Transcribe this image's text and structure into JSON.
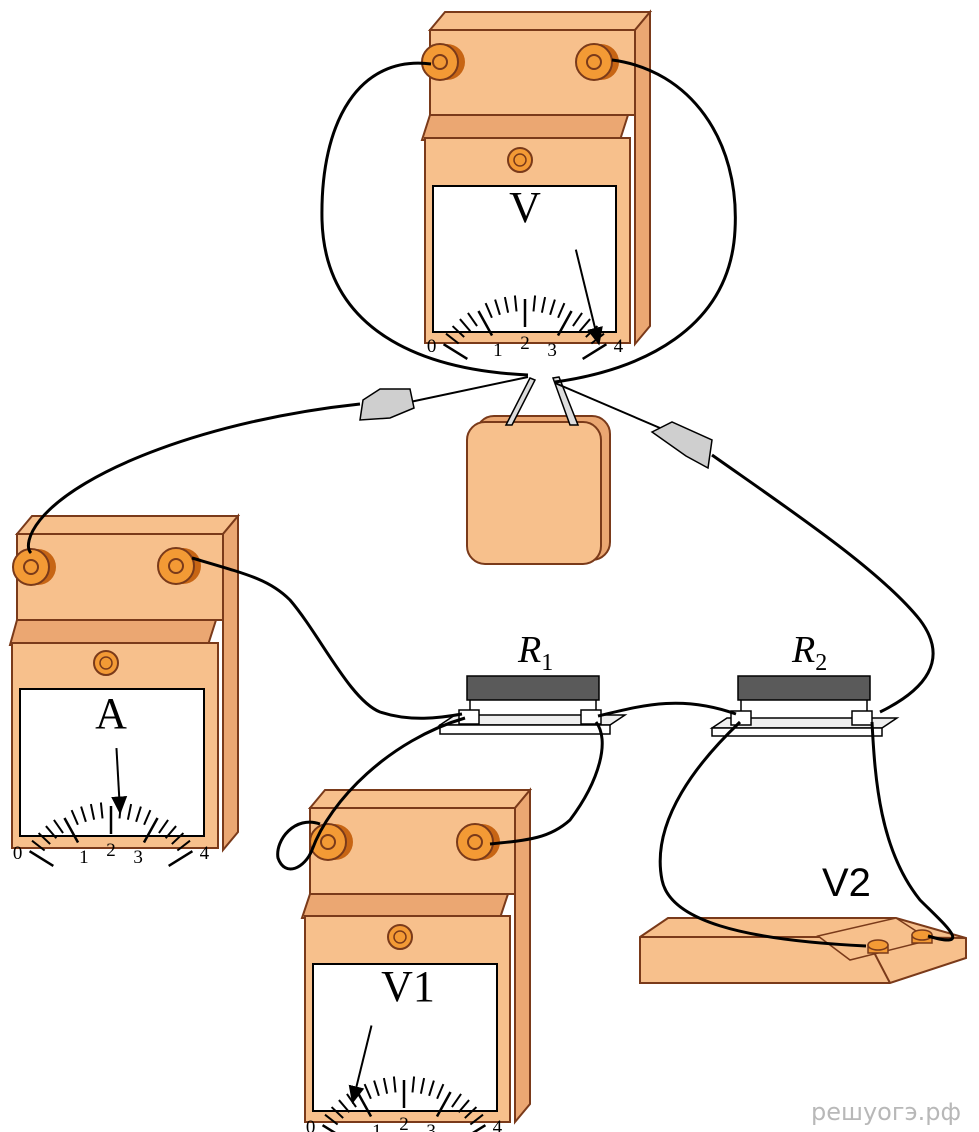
{
  "colors": {
    "body": "#f7c08c",
    "body_side": "#eba772",
    "stroke": "#7a3a1a",
    "terminal": "#f39a35",
    "terminal_dark": "#c76514",
    "resistor_bar": "#5a5a5a",
    "wire": "#000000",
    "probe": "#cfcfcf"
  },
  "meters": {
    "voltmeter_top": {
      "symbol": "V",
      "ticks": [
        "0",
        "1",
        "2",
        "3",
        "4"
      ],
      "needle_value": 3.9
    },
    "ammeter": {
      "symbol": "A",
      "ticks": [
        "0",
        "1",
        "2",
        "3",
        "4"
      ],
      "needle_value": 2.2
    },
    "voltmeter_1": {
      "symbol": "V1",
      "ticks": [
        "0",
        "1",
        "2",
        "3",
        "4"
      ],
      "needle_value": 0.8
    }
  },
  "resistors": {
    "r1": {
      "letter": "R",
      "sub": "1"
    },
    "r2": {
      "letter": "R",
      "sub": "2"
    }
  },
  "voltmeter_2": {
    "label": "V2"
  },
  "watermark": "решуогэ.рф"
}
